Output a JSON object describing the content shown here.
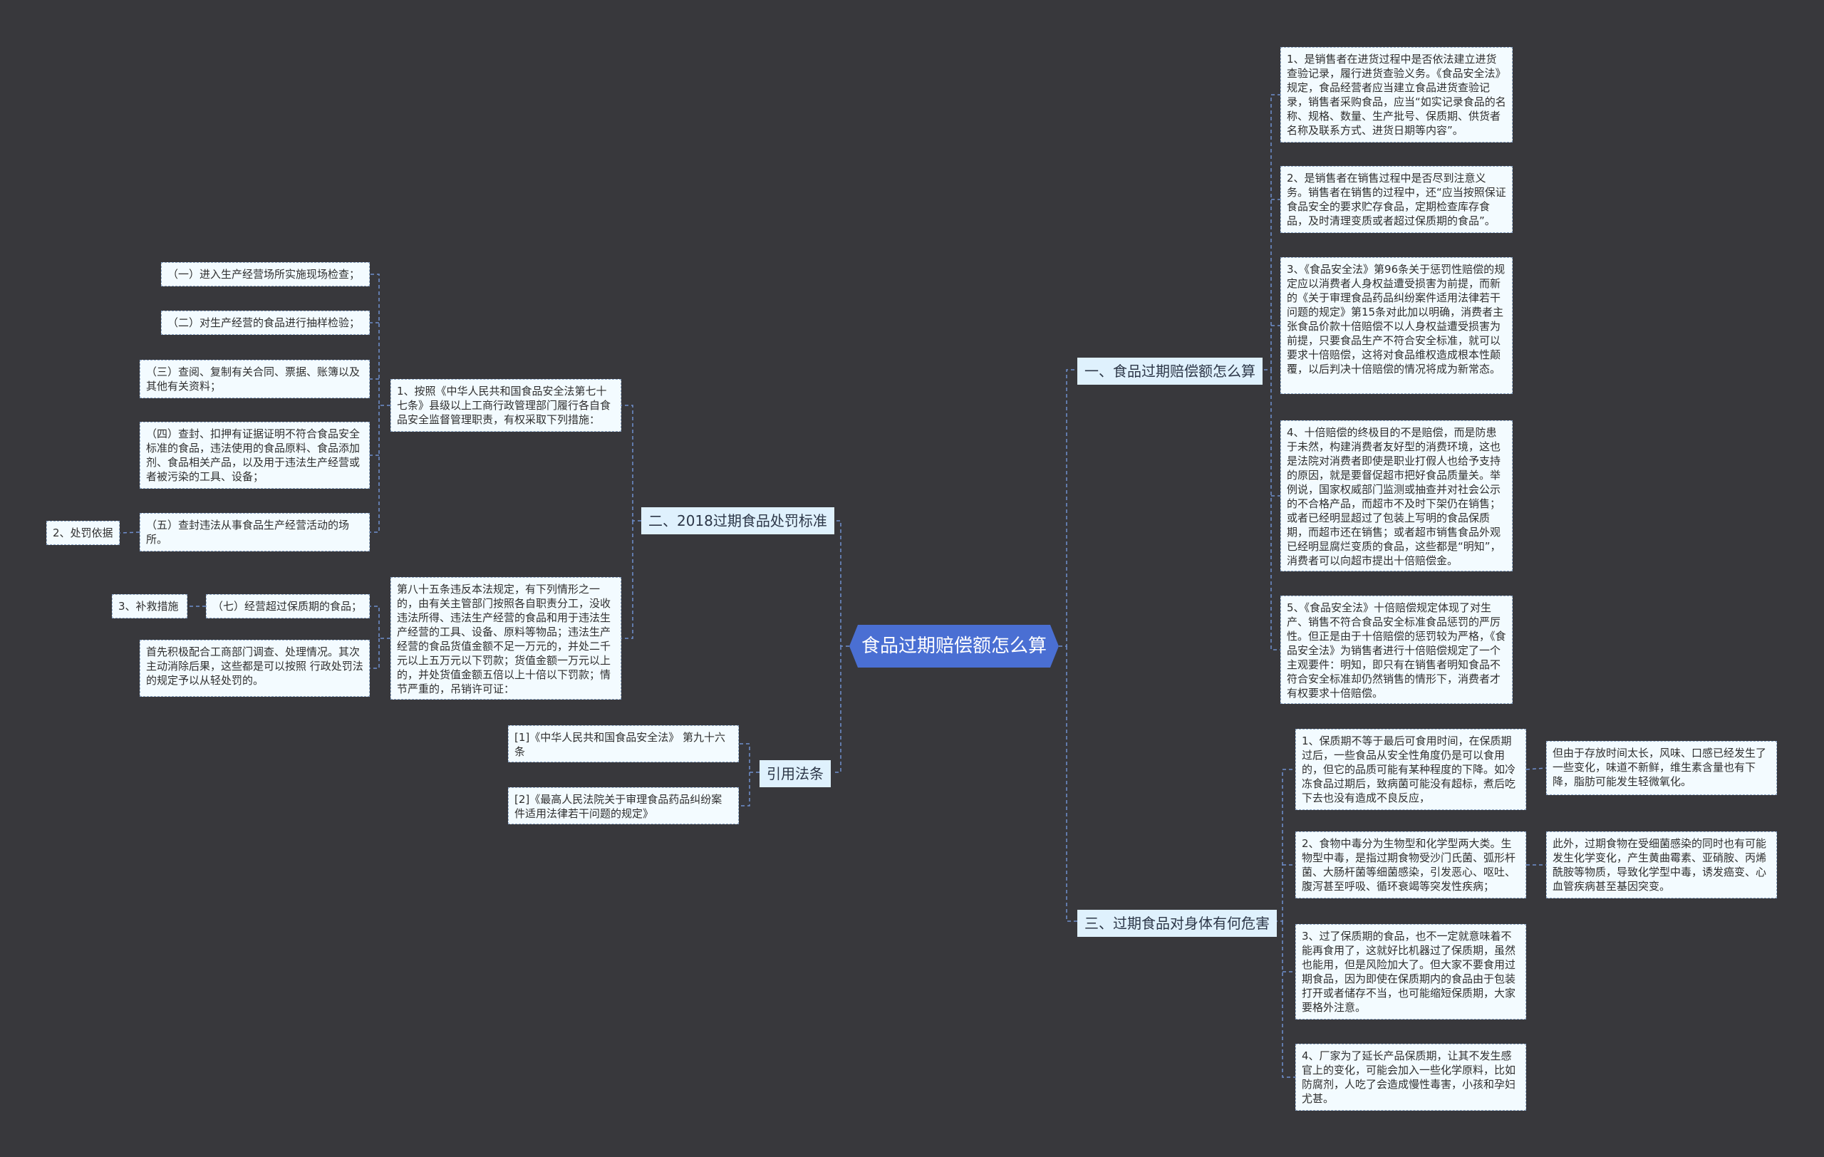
{
  "root": {
    "label": "食品过期赔偿额怎么算"
  },
  "right": {
    "branch1": {
      "label": "一、食品过期赔偿额怎么算",
      "items": [
        "1、是销售者在进货过程中是否依法建立进货查验记录，履行进货查验义务。《食品安全法》规定，食品经营者应当建立食品进货查验记录，销售者采购食品，应当“如实记录食品的名称、规格、数量、生产批号、保质期、供货者名称及联系方式、进货日期等内容”。",
        "2、是销售者在销售过程中是否尽到注意义务。销售者在销售的过程中，还“应当按照保证食品安全的要求贮存食品，定期检查库存食品，及时清理变质或者超过保质期的食品”。",
        "3、《食品安全法》第96条关于惩罚性赔偿的规定应以消费者人身权益遭受损害为前提，而新的《关于审理食品药品纠纷案件适用法律若干问题的规定》第15条对此加以明确，消费者主张食品价款十倍赔偿不以人身权益遭受损害为前提，只要食品生产不符合安全标准，就可以要求十倍赔偿，这将对食品维权造成根本性颠覆，以后判决十倍赔偿的情况将成为新常态。",
        "4、十倍赔偿的终极目的不是赔偿，而是防患于未然，构建消费者友好型的消费环境，这也是法院对消费者即使是职业打假人也给予支持的原因，就是要督促超市把好食品质量关。举例说，国家权威部门监测或抽查并对社会公示的不合格产品，而超市不及时下架仍在销售；或者已经明显超过了包装上写明的食品保质期，而超市还在销售；或者超市销售食品外观已经明显腐烂变质的食品，这些都是“明知”，消费者可以向超市提出十倍赔偿金。",
        "5、《食品安全法》十倍赔偿规定体现了对生产、销售不符合食品安全标准食品惩罚的严厉性。但正是由于十倍赔偿的惩罚较为严格，《食品安全法》为销售者进行十倍赔偿规定了一个主观要件：明知，即只有在销售者明知食品不符合安全标准却仍然销售的情形下，消费者才有权要求十倍赔偿。"
      ]
    },
    "branch3": {
      "label": "三、过期食品对身体有何危害",
      "items": [
        "1、保质期不等于最后可食用时间，在保质期过后，一些食品从安全性角度仍是可以食用的，但它的品质可能有某种程度的下降。如冷冻食品过期后，致病菌可能没有超标，煮后吃下去也没有造成不良反应，",
        "2、食物中毒分为生物型和化学型两大类。生物型中毒，是指过期食物受沙门氏菌、弧形杆菌、大肠杆菌等细菌感染，引发恶心、呕吐、腹泻甚至呼吸、循环衰竭等突发性疾病；",
        "3、过了保质期的食品，也不一定就意味着不能再食用了，这就好比机器过了保质期，虽然也能用，但是风险加大了。但大家不要食用过期食品，因为即使在保质期内的食品由于包装打开或者储存不当，也可能缩短保质期，大家要格外注意。",
        "4、厂家为了延长产品保质期，让其不发生感官上的变化，可能会加入一些化学原料，比如防腐剂，人吃了会造成慢性毒害，小孩和孕妇尤甚。"
      ],
      "sub1": "但由于存放时间太长，风味、口感已经发生了一些变化，味道不新鲜，维生素含量也有下降，脂肪可能发生轻微氧化。",
      "sub2": "此外，过期食物在受细菌感染的同时也有可能发生化学变化，产生黄曲霉素、亚硝胺、丙烯酰胺等物质，导致化学型中毒，诱发癌变、心血管疾病甚至基因突变。"
    }
  },
  "left": {
    "branch2": {
      "label": "二、2018过期食品处罚标准",
      "item1": "1、按照《中华人民共和国食品安全法第七十七条》县级以上工商行政管理部门履行各自食品安全监督管理职责，有权采取下列措施：",
      "measures": [
        "（一）进入生产经营场所实施现场检查；",
        "（二）对生产经营的食品进行抽样检验；",
        "（三）查阅、复制有关合同、票据、账簿以及其他有关资料；",
        "（四）查封、扣押有证据证明不符合食品安全标准的食品，违法使用的食品原料、食品添加剂、食品相关产品，以及用于违法生产经营或者被污染的工具、设备；",
        "（五）查封违法从事食品生产经营活动的场所。"
      ],
      "item2": "第八十五条违反本法规定，有下列情形之一的，由有关主管部门按照各自职责分工，没收违法所得、违法生产经营的食品和用于违法生产经营的工具、设备、原料等物品；违法生产经营的食品货值金额不足一万元的，并处二千元以上五万元以下罚款；货值金额一万元以上的，并处货值金额五倍以上十倍以下罚款；情节严重的，吊销许可证：",
      "seventh": "（七）经营超过保质期的食品；",
      "remedy_text": "首先积极配合工商部门调查、处理情况。其次主动消除后果，这些都是可以按照 行政处罚法 的规定予以从轻处罚的。",
      "tag_basis": "2、处罚依据",
      "tag_remedy": "3、补救措施"
    },
    "refs": {
      "label": "引用法条",
      "items": [
        "[1]《中华人民共和国食品安全法》 第九十六条",
        "[2]《最高人民法院关于审理食品药品纠纷案件适用法律若干问题的规定》"
      ]
    }
  },
  "colors": {
    "background": "#38383c",
    "root": "#4a6fd3",
    "branch": "#dff1fd",
    "leaf": "#f3fbff",
    "line": "#6f8fcf"
  }
}
